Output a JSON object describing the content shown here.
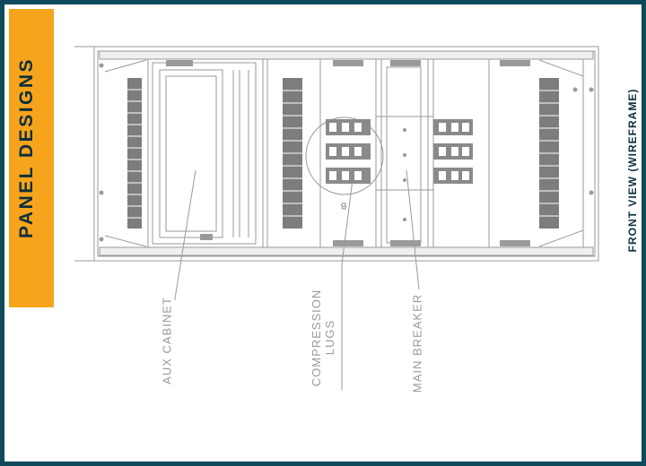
{
  "header": {
    "badge_text": "PANEL DESIGNS"
  },
  "drawing": {
    "view_title": "FRONT VIEW (WIREFRAME)",
    "callouts": {
      "aux_cabinet": "AUX CABINET",
      "compression_lugs_line1": "COMPRESSION",
      "compression_lugs_line2": "LUGS",
      "main_breaker": "MAIN BREAKER"
    },
    "detail_bubble": "B"
  },
  "colors": {
    "border": "#0e4a5c",
    "badge": "#f6a41c",
    "badge_text": "#0e2f3d",
    "line": "#9a9a9a",
    "fill": "#7d7d7d"
  }
}
